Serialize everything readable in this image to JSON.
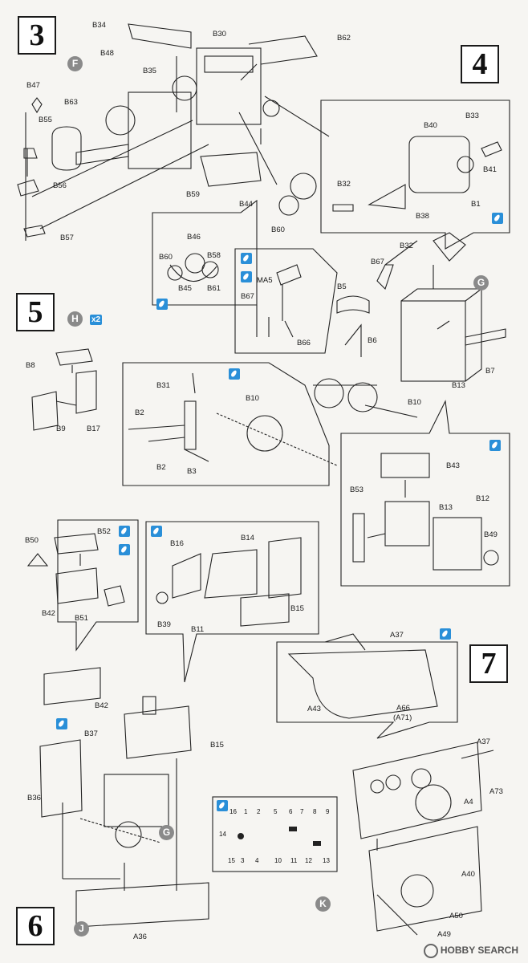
{
  "steps": [
    "3",
    "4",
    "5",
    "6",
    "7"
  ],
  "subassemblies": [
    "F",
    "G",
    "H",
    "G",
    "J",
    "K"
  ],
  "x2_badge": "x2",
  "step3_labels": [
    "B34",
    "B30",
    "B62",
    "B48",
    "B35",
    "B47",
    "B55",
    "B63",
    "B56",
    "B59",
    "B44",
    "B57",
    "B60",
    "B46",
    "B58",
    "B60",
    "B45",
    "B61"
  ],
  "step4_labels": [
    "B33",
    "B40",
    "B41",
    "B32",
    "B1",
    "B38",
    "B32",
    "B67",
    "MA5",
    "B5",
    "B67",
    "B66",
    "B6",
    "B7",
    "B13",
    "B10",
    "B31",
    "B10",
    "B2",
    "B2",
    "B3",
    "B43",
    "B53",
    "B13",
    "B12",
    "B49"
  ],
  "step5_labels": [
    "B8",
    "B9",
    "B17",
    "B50",
    "B52",
    "B42",
    "B51",
    "B16",
    "B14",
    "B39",
    "B11",
    "B15",
    "B42",
    "B37",
    "B36",
    "B15",
    "A36"
  ],
  "step7_labels": [
    "A37",
    "A43",
    "A66",
    "(A71)",
    "A37",
    "A73",
    "A4",
    "A40",
    "A50",
    "A49"
  ],
  "decals": [
    "16",
    "1",
    "2",
    "5",
    "6",
    "7",
    "8",
    "9",
    "14",
    "15",
    "3",
    "4",
    "10",
    "11",
    "12",
    "13"
  ],
  "watermark": "HOBBY SEARCH"
}
